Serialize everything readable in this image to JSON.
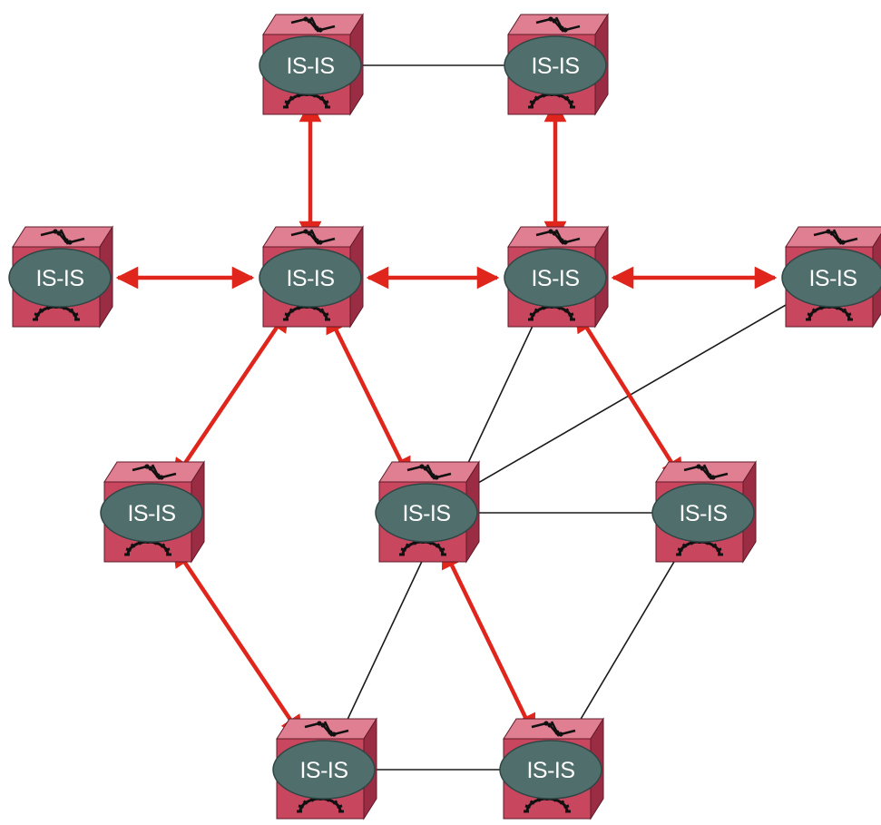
{
  "diagram": {
    "colors": {
      "router_front": "#c8475f",
      "router_top": "#e17f92",
      "router_side": "#9a2d44",
      "router_edge": "#5e1a28",
      "ellipse_fill": "#4f6e6c",
      "ellipse_stroke": "#2f4644",
      "label_text": "#ffffff",
      "plain_link": "#1a1a1a",
      "adjacency_link": "#e0261c"
    },
    "link_styles": {
      "plain": "thin black line",
      "adjacency": "red double-headed arrow"
    },
    "nodes": [
      {
        "id": "n1",
        "label": "IS-IS",
        "icon": "router-icon"
      },
      {
        "id": "n2",
        "label": "IS-IS",
        "icon": "router-icon"
      },
      {
        "id": "n3",
        "label": "IS-IS",
        "icon": "router-icon"
      },
      {
        "id": "n4",
        "label": "IS-IS",
        "icon": "router-icon"
      },
      {
        "id": "n5",
        "label": "IS-IS",
        "icon": "router-icon"
      },
      {
        "id": "n6",
        "label": "IS-IS",
        "icon": "router-icon"
      },
      {
        "id": "n7",
        "label": "IS-IS",
        "icon": "router-icon"
      },
      {
        "id": "n8",
        "label": "IS-IS",
        "icon": "router-icon"
      },
      {
        "id": "n9",
        "label": "IS-IS",
        "icon": "router-icon"
      },
      {
        "id": "n10",
        "label": "IS-IS",
        "icon": "router-icon"
      },
      {
        "id": "n11",
        "label": "IS-IS",
        "icon": "router-icon"
      }
    ],
    "links": [
      {
        "from": "n1",
        "to": "n2",
        "style": "plain"
      },
      {
        "from": "n4",
        "to": "n7",
        "style": "plain"
      },
      {
        "from": "n5",
        "to": "n10",
        "style": "plain"
      },
      {
        "from": "n6",
        "to": "n8",
        "style": "plain"
      },
      {
        "from": "n8",
        "to": "n9",
        "style": "plain"
      },
      {
        "from": "n9",
        "to": "n11",
        "style": "plain"
      },
      {
        "from": "n10",
        "to": "n11",
        "style": "plain"
      },
      {
        "from": "n11",
        "to": "n12",
        "style": "plain"
      },
      {
        "from": "n1",
        "to": "n4",
        "style": "adjacency"
      },
      {
        "from": "n2",
        "to": "n5",
        "style": "adjacency"
      },
      {
        "from": "n3",
        "to": "n4",
        "style": "adjacency"
      },
      {
        "from": "n4",
        "to": "n5",
        "style": "adjacency"
      },
      {
        "from": "n5",
        "to": "n6",
        "style": "adjacency"
      },
      {
        "from": "n4",
        "to": "n7",
        "style": "adjacency"
      },
      {
        "from": "n4",
        "to": "n8",
        "style": "adjacency"
      },
      {
        "from": "n5",
        "to": "n9",
        "style": "adjacency"
      },
      {
        "from": "n7",
        "to": "n10",
        "style": "adjacency"
      },
      {
        "from": "n8",
        "to": "n11",
        "style": "adjacency"
      }
    ]
  }
}
